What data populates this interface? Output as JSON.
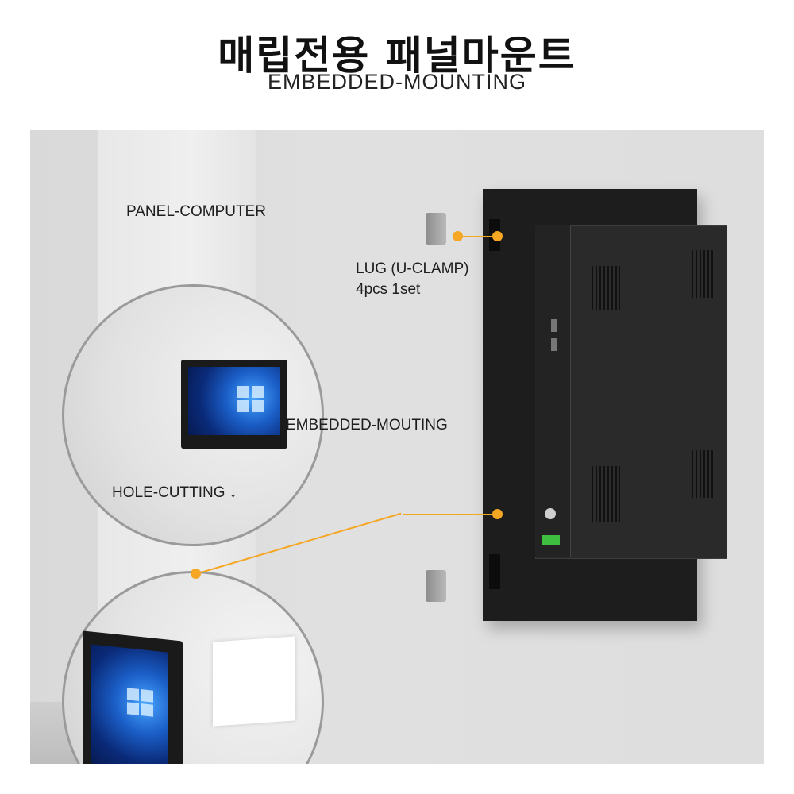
{
  "header": {
    "title": "매립전용 패널마운트",
    "subtitle": "EMBEDDED-MOUNTING"
  },
  "labels": {
    "panel_computer": "PANEL-COMPUTER",
    "lug_line1": "LUG (U-CLAMP)",
    "lug_line2": "4pcs 1set",
    "embedded": "EMBEDDED-MOUTING",
    "hole_cutting": "HOLE-CUTTING ↓"
  },
  "colors": {
    "accent": "#f5a623",
    "wall": "#dedede",
    "device": "#1d1d1d"
  }
}
